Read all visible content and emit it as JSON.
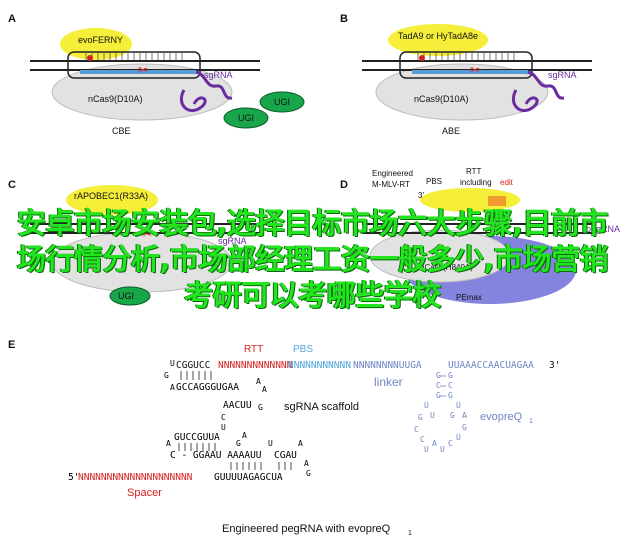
{
  "panels": {
    "A": {
      "letter": "A",
      "editor": "evoFERNY",
      "cas": "nCas9(D10A)",
      "sgrna": "sgRNA",
      "ugi1": "UGI",
      "ugi2": "UGI",
      "name": "CBE"
    },
    "B": {
      "letter": "B",
      "editor": "TadA9 or HyTadA8e",
      "cas": "nCas9(D10A)",
      "sgrna": "sgRNA",
      "name": "ABE"
    },
    "C": {
      "letter": "C",
      "editor": "rAPOBEC1(R33A)",
      "ugi": "UGI",
      "sgrna": "sgRNA"
    },
    "D": {
      "letter": "D",
      "rt_label": "Engineered\nM-MLV-RT",
      "pbs": "PBS",
      "rtt": "RTT\nincluding",
      "edit": "edit",
      "three_prime": "3'",
      "peg": "pegRNA",
      "cas": "nCas9(H840A)",
      "name": "PEmax"
    },
    "E": {
      "letter": "E",
      "rtt": "RTT",
      "pbs": "PBS",
      "rtt_seq": "NNNNNNNNNNNNN",
      "pbs_seq": "NNNNNNNNNNN",
      "linker_seq": "NNNNNNNNUUGA",
      "evo_seq": "UUAAACCAACUAGAA",
      "three_prime": "3'",
      "linker": "linker",
      "scaffold": "sgRNA scaffold",
      "evopreq": "evopreQ",
      "evopreq_sub": "1",
      "five_prime": "5'",
      "spacer_seq": "NNNNNNNNNNNNNNNNNNNN",
      "spacer": "Spacer",
      "scaffold_top1": "CGGUCC",
      "scaffold_bot1": "GCCAGGGUGAA",
      "scaffold_mid": "AACUU",
      "scaffold_g1": "GUCCGUUA",
      "scaffold_g2": "C - GGAAU AAAAUU",
      "scaffold_bot2": "GUUUUAGAGCUA",
      "scaffold_loop": "CGAU",
      "caption": "Engineered pegRNA  with evopreQ",
      "caption_sub": "1"
    }
  },
  "overlay_text": "安卓市场安装包,选择目标市场六大步骤,目前市场行情分析,市场部经理工资一般多少,市场营销考研可以考哪些学校"
}
